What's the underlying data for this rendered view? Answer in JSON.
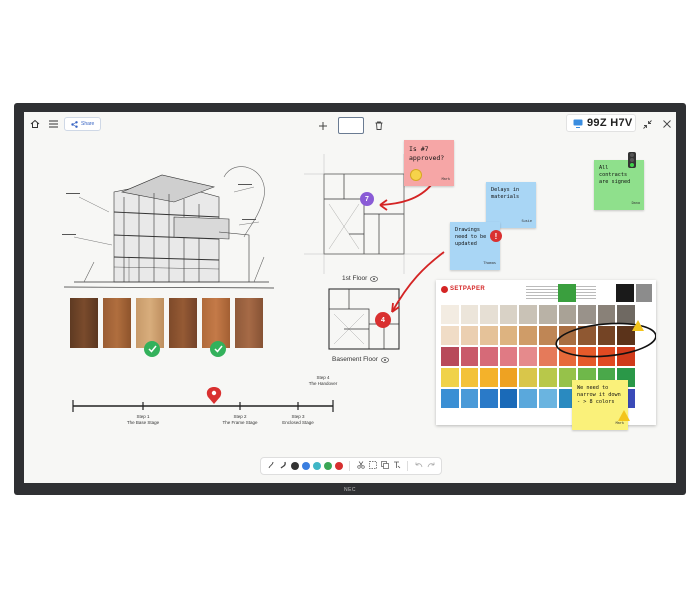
{
  "toolbar": {
    "share_label": "Share",
    "room_code": "99Z H7V"
  },
  "notes": [
    {
      "text": "Is #7 approved?",
      "author": "Mark",
      "color": "#f6a6a6"
    },
    {
      "text": "Delays in materials",
      "author": "Susie",
      "color": "#a9d6f5"
    },
    {
      "text": "Drawings need to be updated",
      "author": "Thomas",
      "color": "#a9d6f5"
    },
    {
      "text": "All contracts are signed",
      "author": "Dana",
      "color": "#8fe08c"
    },
    {
      "text": "We need to narrow it down - > 8 colors",
      "author": "Mark",
      "color": "#faf17a"
    }
  ],
  "floorplans": {
    "first": {
      "label": "1st Floor",
      "marker": "7"
    },
    "basement": {
      "label": "Basement Floor",
      "marker": "4"
    }
  },
  "timeline": {
    "steps": [
      {
        "label": "Step 1",
        "name": "The Base Stage"
      },
      {
        "label": "Step 2",
        "name": "The Frame Stage"
      },
      {
        "label": "Step 3",
        "name": "Enclosed Stage"
      },
      {
        "label": "Step 4",
        "name": "The Handover"
      }
    ]
  },
  "palette": {
    "brand": "SETPAPER"
  },
  "pen_colors": [
    "#333333",
    "#3a7ee0",
    "#3fb6c6",
    "#3aa655",
    "#d62f2f"
  ],
  "brand": "NEC"
}
